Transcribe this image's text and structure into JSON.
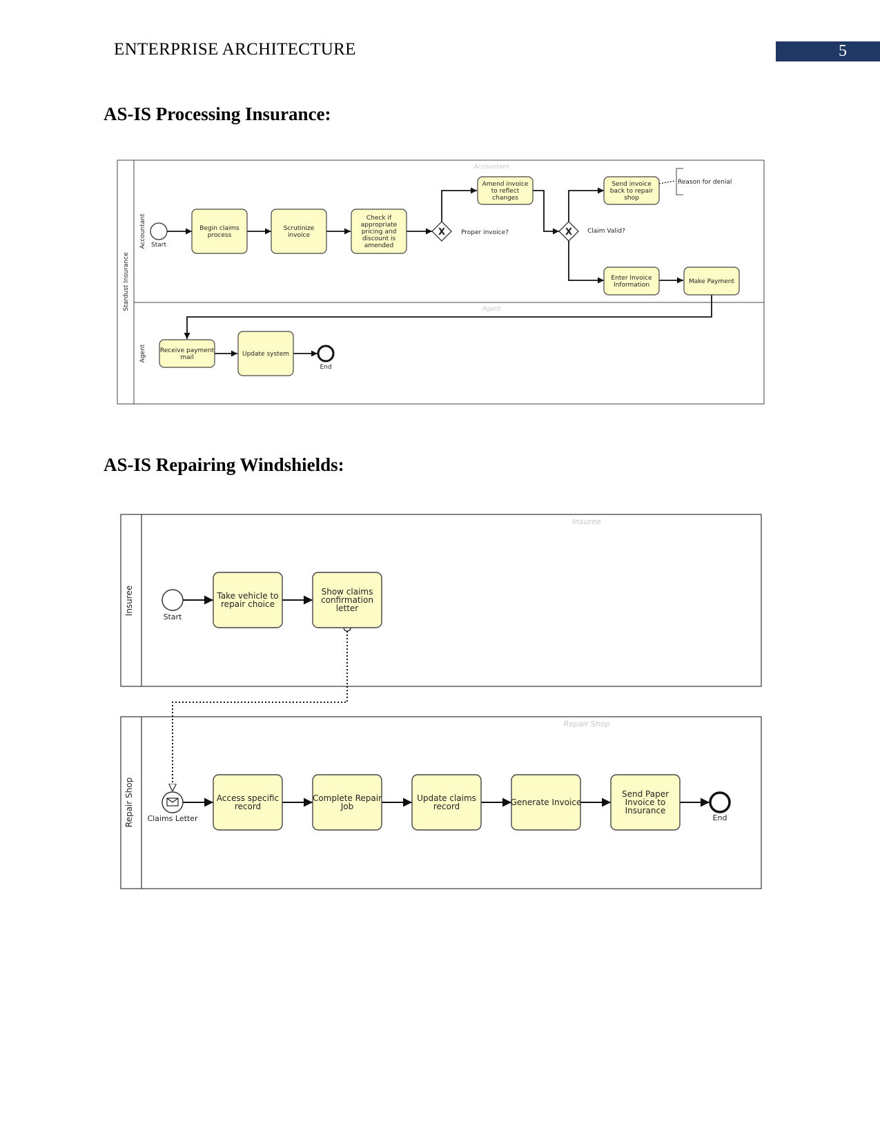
{
  "page": {
    "running_head": "ENTERPRISE ARCHITECTURE",
    "page_number": "5"
  },
  "section1": {
    "heading": "AS-IS Processing Insurance:",
    "diagram": {
      "pool_label": "Stardust Insurance",
      "lanes": {
        "accountant": {
          "label": "Accountant",
          "ghost": "Accountant"
        },
        "agent": {
          "label": "Agent",
          "ghost": "Agent"
        }
      },
      "start_label": "Start",
      "end_label": "End",
      "tasks": {
        "begin": [
          "Begin claims",
          "process"
        ],
        "scrutinize": [
          "Scrutinize",
          "invoice"
        ],
        "check": [
          "Check if",
          "appropriate",
          "pricing and",
          "discount is",
          "amended"
        ],
        "amend": [
          "Amend invoice",
          "to reflect",
          "changes"
        ],
        "send_back": [
          "Send invoice",
          "back to repair",
          "shop"
        ],
        "enter": [
          "Enter Invoice",
          "Information"
        ],
        "pay": [
          "Make Payment"
        ],
        "receive": [
          "Receive payment",
          "mail"
        ],
        "update": [
          "Update system"
        ]
      },
      "gateways": {
        "g1": {
          "symbol": "X",
          "label": "Proper invoice?"
        },
        "g2": {
          "symbol": "X",
          "label": "Claim Valid?"
        }
      },
      "annotation": "Reason for denial"
    }
  },
  "section2": {
    "heading": "AS-IS Repairing Windshields:",
    "diagram": {
      "pool_insuree": {
        "label": "Insuree",
        "ghost": "Insuree"
      },
      "pool_repair": {
        "label": "Repair Shop",
        "ghost": "Repair Shop"
      },
      "start_label": "Start",
      "message_start_label": "Claims Letter",
      "end_label": "End",
      "tasks": {
        "take": [
          "Take vehicle to",
          "repair choice"
        ],
        "show": [
          "Show claims",
          "confirmation",
          "letter"
        ],
        "access": [
          "Access specific",
          "record"
        ],
        "complete": [
          "Complete Repair",
          "Job"
        ],
        "updclaims": [
          "Update claims",
          "record"
        ],
        "generate": [
          "Generate Invoice"
        ],
        "sendpaper": [
          "Send Paper",
          "Invoice to",
          "Insurance"
        ]
      }
    }
  }
}
